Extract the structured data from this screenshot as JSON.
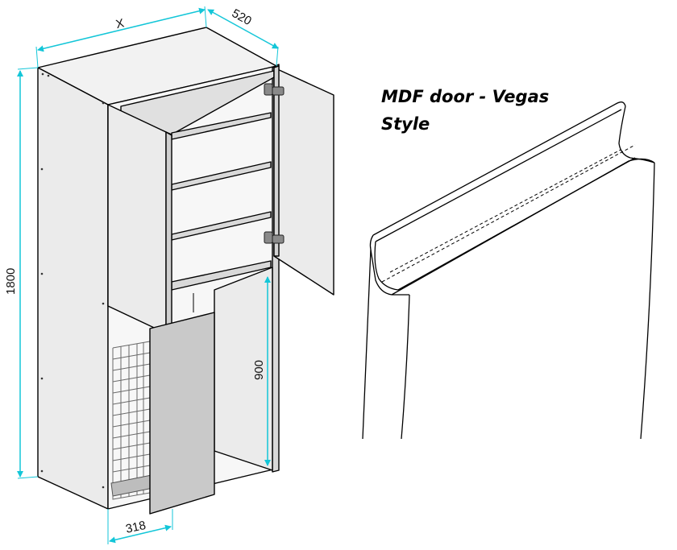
{
  "diagram": {
    "dimensions": {
      "width_label": "X",
      "depth_label": "520",
      "height_label": "1800",
      "lower_height_label": "900",
      "pullout_width_label": "318"
    },
    "door_detail": {
      "title_line1": "MDF door - Vegas",
      "title_line2": "Style"
    },
    "colors": {
      "dimension": "#13c6d8",
      "panel_front": "#ebebeb",
      "panel_side": "#dcdcdc",
      "door_inner": "#d4d4d4",
      "outline": "#000000"
    }
  }
}
